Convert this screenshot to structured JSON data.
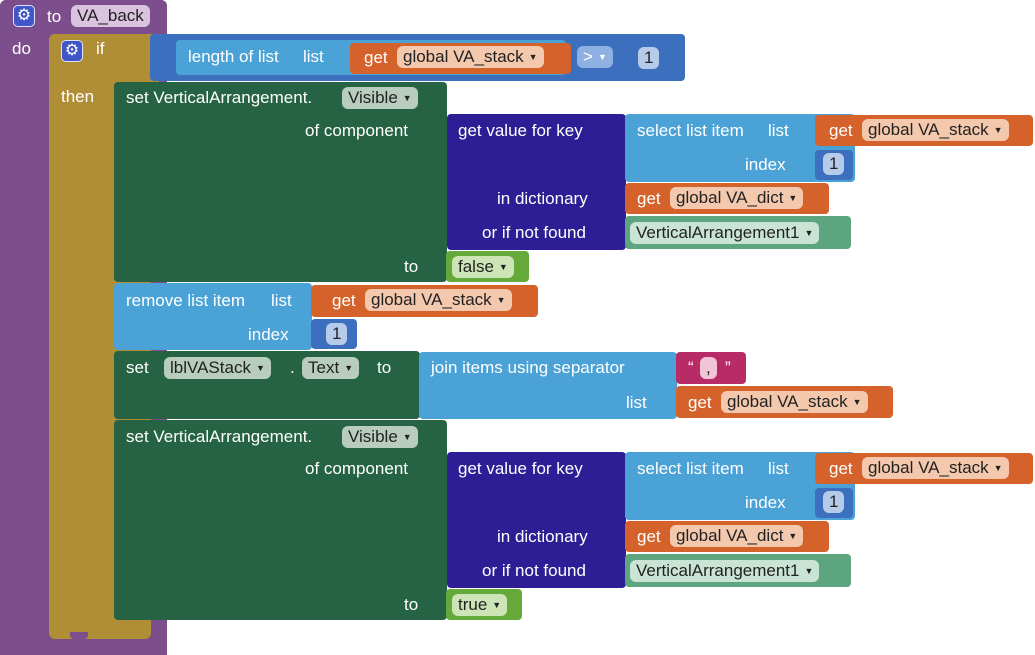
{
  "procedure": {
    "to_label": "to",
    "name": "VA_back",
    "do_label": "do"
  },
  "if_block": {
    "if_label": "if",
    "then_label": "then",
    "length_of_list": "length of list",
    "list_word": "list",
    "get": "get",
    "stack_var": "global VA_stack",
    "operator": ">",
    "compare_value": "1"
  },
  "set1": {
    "set_label": "set VerticalArrangement.",
    "property": "Visible",
    "of_component": "of component",
    "get_value_for_key": "get value for key",
    "select_list_item": "select list item",
    "list_word": "list",
    "get": "get",
    "stack_var": "global VA_stack",
    "index_label": "index",
    "index_value": "1",
    "in_dictionary": "in dictionary",
    "dict_var": "global VA_dict",
    "or_if_not_found": "or if not found",
    "default_component": "VerticalArrangement1",
    "to_label": "to",
    "value": "false"
  },
  "remove": {
    "label": "remove list item",
    "list_word": "list",
    "get": "get",
    "stack_var": "global VA_stack",
    "index_label": "index",
    "index_value": "1"
  },
  "set_label": {
    "set_word": "set",
    "component": "lblVAStack",
    "dot": ".",
    "property": "Text",
    "to_label": "to",
    "join": "join items using separator",
    "separator_open": "“",
    "separator": ",",
    "separator_close": "”",
    "list_word": "list",
    "get": "get",
    "stack_var": "global VA_stack"
  },
  "set2": {
    "set_label": "set VerticalArrangement.",
    "property": "Visible",
    "of_component": "of component",
    "get_value_for_key": "get value for key",
    "select_list_item": "select list item",
    "list_word": "list",
    "get": "get",
    "stack_var": "global VA_stack",
    "index_label": "index",
    "index_value": "1",
    "in_dictionary": "in dictionary",
    "dict_var": "global VA_dict",
    "or_if_not_found": "or if not found",
    "default_component": "VerticalArrangement1",
    "to_label": "to",
    "value": "true"
  },
  "icons": {
    "gear": "⚙",
    "dropdown": "▼"
  },
  "colors": {
    "procedure": "#7c4e8c",
    "control": "#b08e35",
    "component_set": "#266345",
    "dictionary": "#2e1e95",
    "math": "#3d6fbf",
    "list": "#4aa2d6",
    "variable": "#d4622a",
    "component_ref": "#5ca57f",
    "logic": "#64a939",
    "text": "#b72b66"
  }
}
